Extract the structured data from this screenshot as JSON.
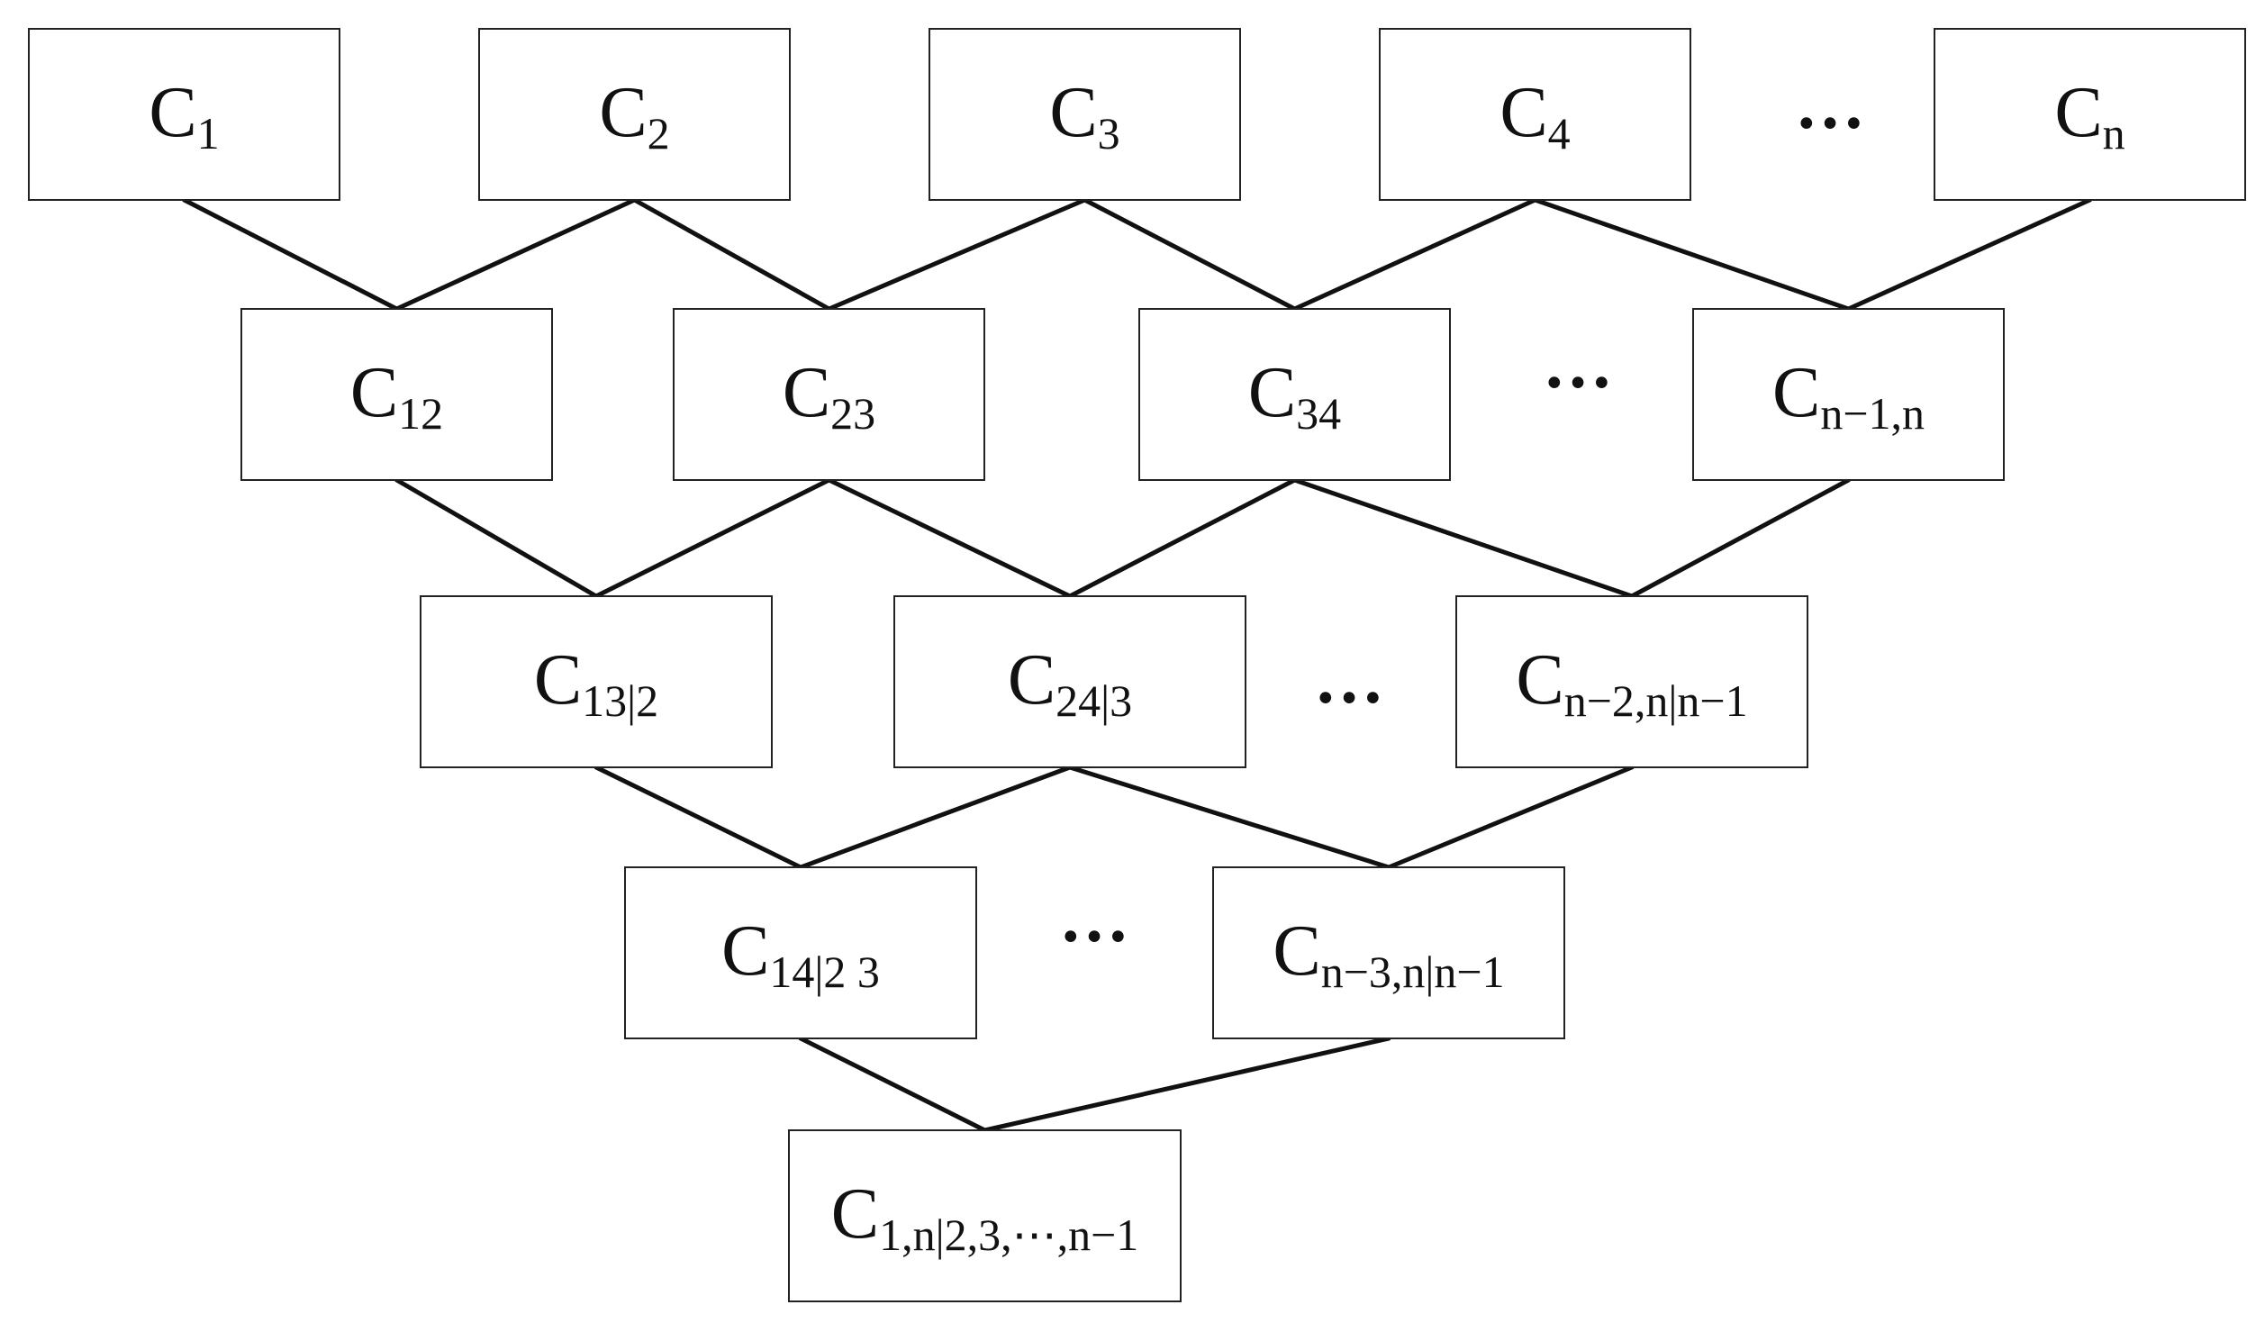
{
  "colors": {
    "background": "#ffffff",
    "box_border": "#222222",
    "edge": "#111111",
    "text": "#111111"
  },
  "levels": [
    {
      "nodes": [
        {
          "id": "n1",
          "main": "C",
          "sub": "1"
        },
        {
          "id": "n2",
          "main": "C",
          "sub": "2"
        },
        {
          "id": "n3",
          "main": "C",
          "sub": "3"
        },
        {
          "id": "n4",
          "main": "C",
          "sub": "4"
        },
        {
          "id": "nn",
          "main": "C",
          "sub": "n"
        }
      ],
      "ellipsis": "…"
    },
    {
      "nodes": [
        {
          "id": "n12",
          "main": "C",
          "sub": "12"
        },
        {
          "id": "n23",
          "main": "C",
          "sub": "23"
        },
        {
          "id": "n34",
          "main": "C",
          "sub": "34"
        },
        {
          "id": "nn1n",
          "main": "C",
          "sub": "n−1,n"
        }
      ],
      "ellipsis": "…"
    },
    {
      "nodes": [
        {
          "id": "n13_2",
          "main": "C",
          "sub": "13|2"
        },
        {
          "id": "n24_3",
          "main": "C",
          "sub": "24|3"
        },
        {
          "id": "nn2n",
          "main": "C",
          "sub": "n−2,n|n−1"
        }
      ],
      "ellipsis": "…"
    },
    {
      "nodes": [
        {
          "id": "n14_23",
          "main": "C",
          "sub": "14|2 3"
        },
        {
          "id": "nn3n",
          "main": "C",
          "sub": "n−3,n|n−1"
        }
      ],
      "ellipsis": "…"
    },
    {
      "nodes": [
        {
          "id": "n1n",
          "main": "C",
          "sub": "1,n|2,3,⋯,n−1"
        }
      ]
    }
  ],
  "edges": [
    [
      "n1",
      "n12"
    ],
    [
      "n2",
      "n12"
    ],
    [
      "n2",
      "n23"
    ],
    [
      "n3",
      "n23"
    ],
    [
      "n3",
      "n34"
    ],
    [
      "n4",
      "n34"
    ],
    [
      "n4",
      "nn1n"
    ],
    [
      "nn",
      "nn1n"
    ],
    [
      "n12",
      "n13_2"
    ],
    [
      "n23",
      "n13_2"
    ],
    [
      "n23",
      "n24_3"
    ],
    [
      "n34",
      "n24_3"
    ],
    [
      "n34",
      "nn2n"
    ],
    [
      "nn1n",
      "nn2n"
    ],
    [
      "n13_2",
      "n14_23"
    ],
    [
      "n24_3",
      "n14_23"
    ],
    [
      "n24_3",
      "nn3n"
    ],
    [
      "nn2n",
      "nn3n"
    ],
    [
      "n14_23",
      "n1n"
    ],
    [
      "nn3n",
      "n1n"
    ]
  ]
}
